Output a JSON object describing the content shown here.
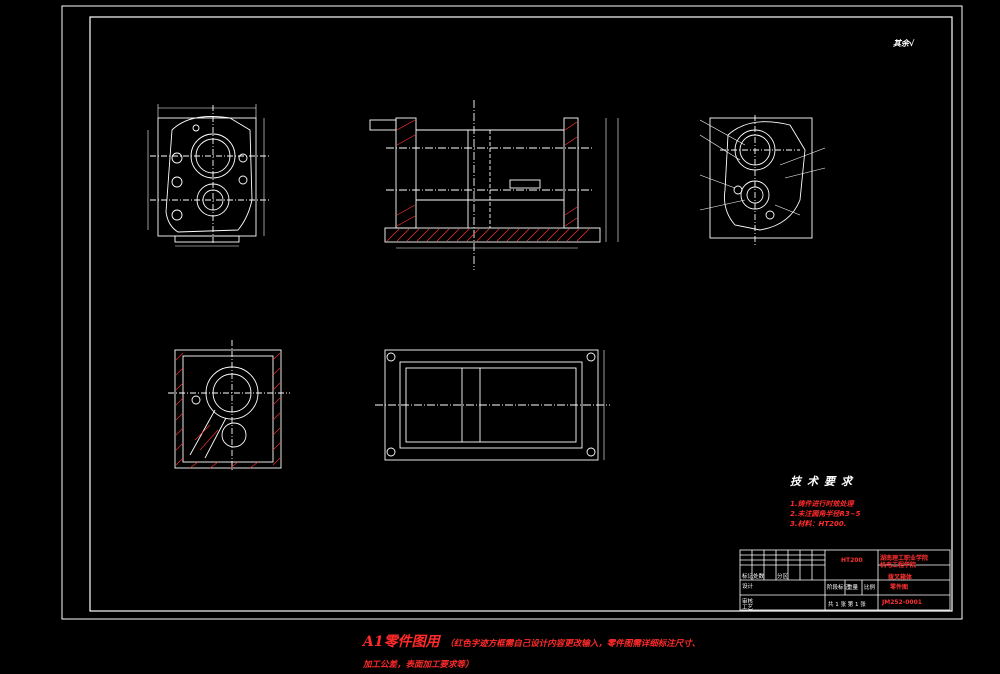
{
  "roughness_note": "其余√",
  "tech_requirements": {
    "title": "技术要求",
    "items": [
      "1.铸件进行时效处理",
      "2.未注圆角半径R3~5",
      "3.材料：HT200."
    ]
  },
  "title_block": {
    "material": "HT200",
    "school": "湖南理工职业学院",
    "school_sub": "机电工程学院",
    "part_name": "拨叉箱体",
    "part_name_sub": "零件图",
    "labels": {
      "mark": "标记处数",
      "division": "分区",
      "design": "设计",
      "review": "审核",
      "process": "工艺",
      "stage": "阶段标记",
      "weight": "重量",
      "scale": "比例",
      "sheet": "共 1 张 第 1 张"
    },
    "code": "JM252-0001"
  },
  "footer_note": {
    "big": "A1零件图用",
    "line1": "（红色字迹方框需自己设计内容更改输入，零件图需详细标注尺寸、",
    "line2": "加工公差，表面加工要求等）"
  }
}
